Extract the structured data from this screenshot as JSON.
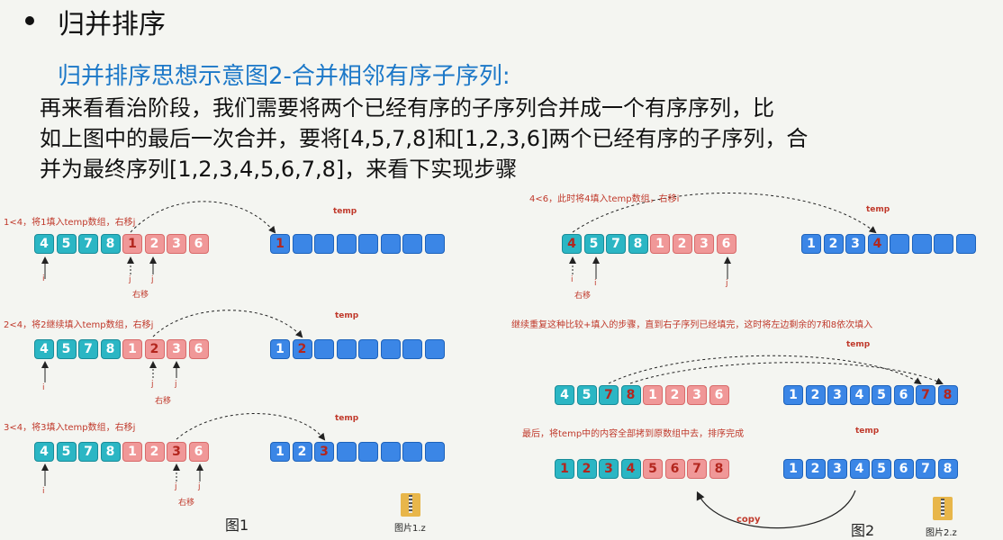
{
  "heading": "归并排序",
  "subtitle": "归并排序思想示意图2-合并相邻有序子序列:",
  "paragraph": [
    "再来看看治阶段，我们需要将两个已经有序的子序列合并成一个有序序列，比",
    "如上图中的最后一次合并，要将[4,5,7,8]和[1,2,3,6]两个已经有序的子序列，合",
    "并为最终序列[1,2,3,4,5,6,7,8]，来看下实现步骤"
  ],
  "temp_label": "temp",
  "right_move": "右移",
  "pointers": {
    "i": "i",
    "j": "j"
  },
  "figures": {
    "fig1_label": "图1",
    "fig2_label": "图2",
    "file1": "图片1.z",
    "file2": "图片2.z",
    "copy_label": "copy"
  },
  "steps": [
    {
      "caption": "1<4，将1填入temp数组，右移j",
      "array": [
        "4",
        "5",
        "7",
        "8",
        "1",
        "2",
        "3",
        "6"
      ],
      "temp": [
        "1",
        "",
        "",
        "",
        "",
        "",
        "",
        ""
      ]
    },
    {
      "caption": "2<4，将2继续填入temp数组，右移j",
      "array": [
        "4",
        "5",
        "7",
        "8",
        "1",
        "2",
        "3",
        "6"
      ],
      "temp": [
        "1",
        "2",
        "",
        "",
        "",
        "",
        "",
        ""
      ]
    },
    {
      "caption": "3<4，将3填入temp数组，右移j",
      "array": [
        "4",
        "5",
        "7",
        "8",
        "1",
        "2",
        "3",
        "6"
      ],
      "temp": [
        "1",
        "2",
        "3",
        "",
        "",
        "",
        "",
        ""
      ]
    },
    {
      "caption": "4<6，此时将4填入temp数组，右移i",
      "array": [
        "4",
        "5",
        "7",
        "8",
        "1",
        "2",
        "3",
        "6"
      ],
      "temp": [
        "1",
        "2",
        "3",
        "4",
        "",
        "",
        "",
        ""
      ]
    },
    {
      "caption": "继续重复这种比较+填入的步骤，直到右子序列已经填完，这时将左边剩余的7和8依次填入",
      "array": [
        "4",
        "5",
        "7",
        "8",
        "1",
        "2",
        "3",
        "6"
      ],
      "temp": [
        "1",
        "2",
        "3",
        "4",
        "5",
        "6",
        "7",
        "8"
      ]
    },
    {
      "caption": "最后，将temp中的内容全部拷到原数组中去，排序完成",
      "array": [
        "1",
        "2",
        "3",
        "4",
        "5",
        "6",
        "7",
        "8"
      ],
      "temp": [
        "1",
        "2",
        "3",
        "4",
        "5",
        "6",
        "7",
        "8"
      ]
    }
  ]
}
